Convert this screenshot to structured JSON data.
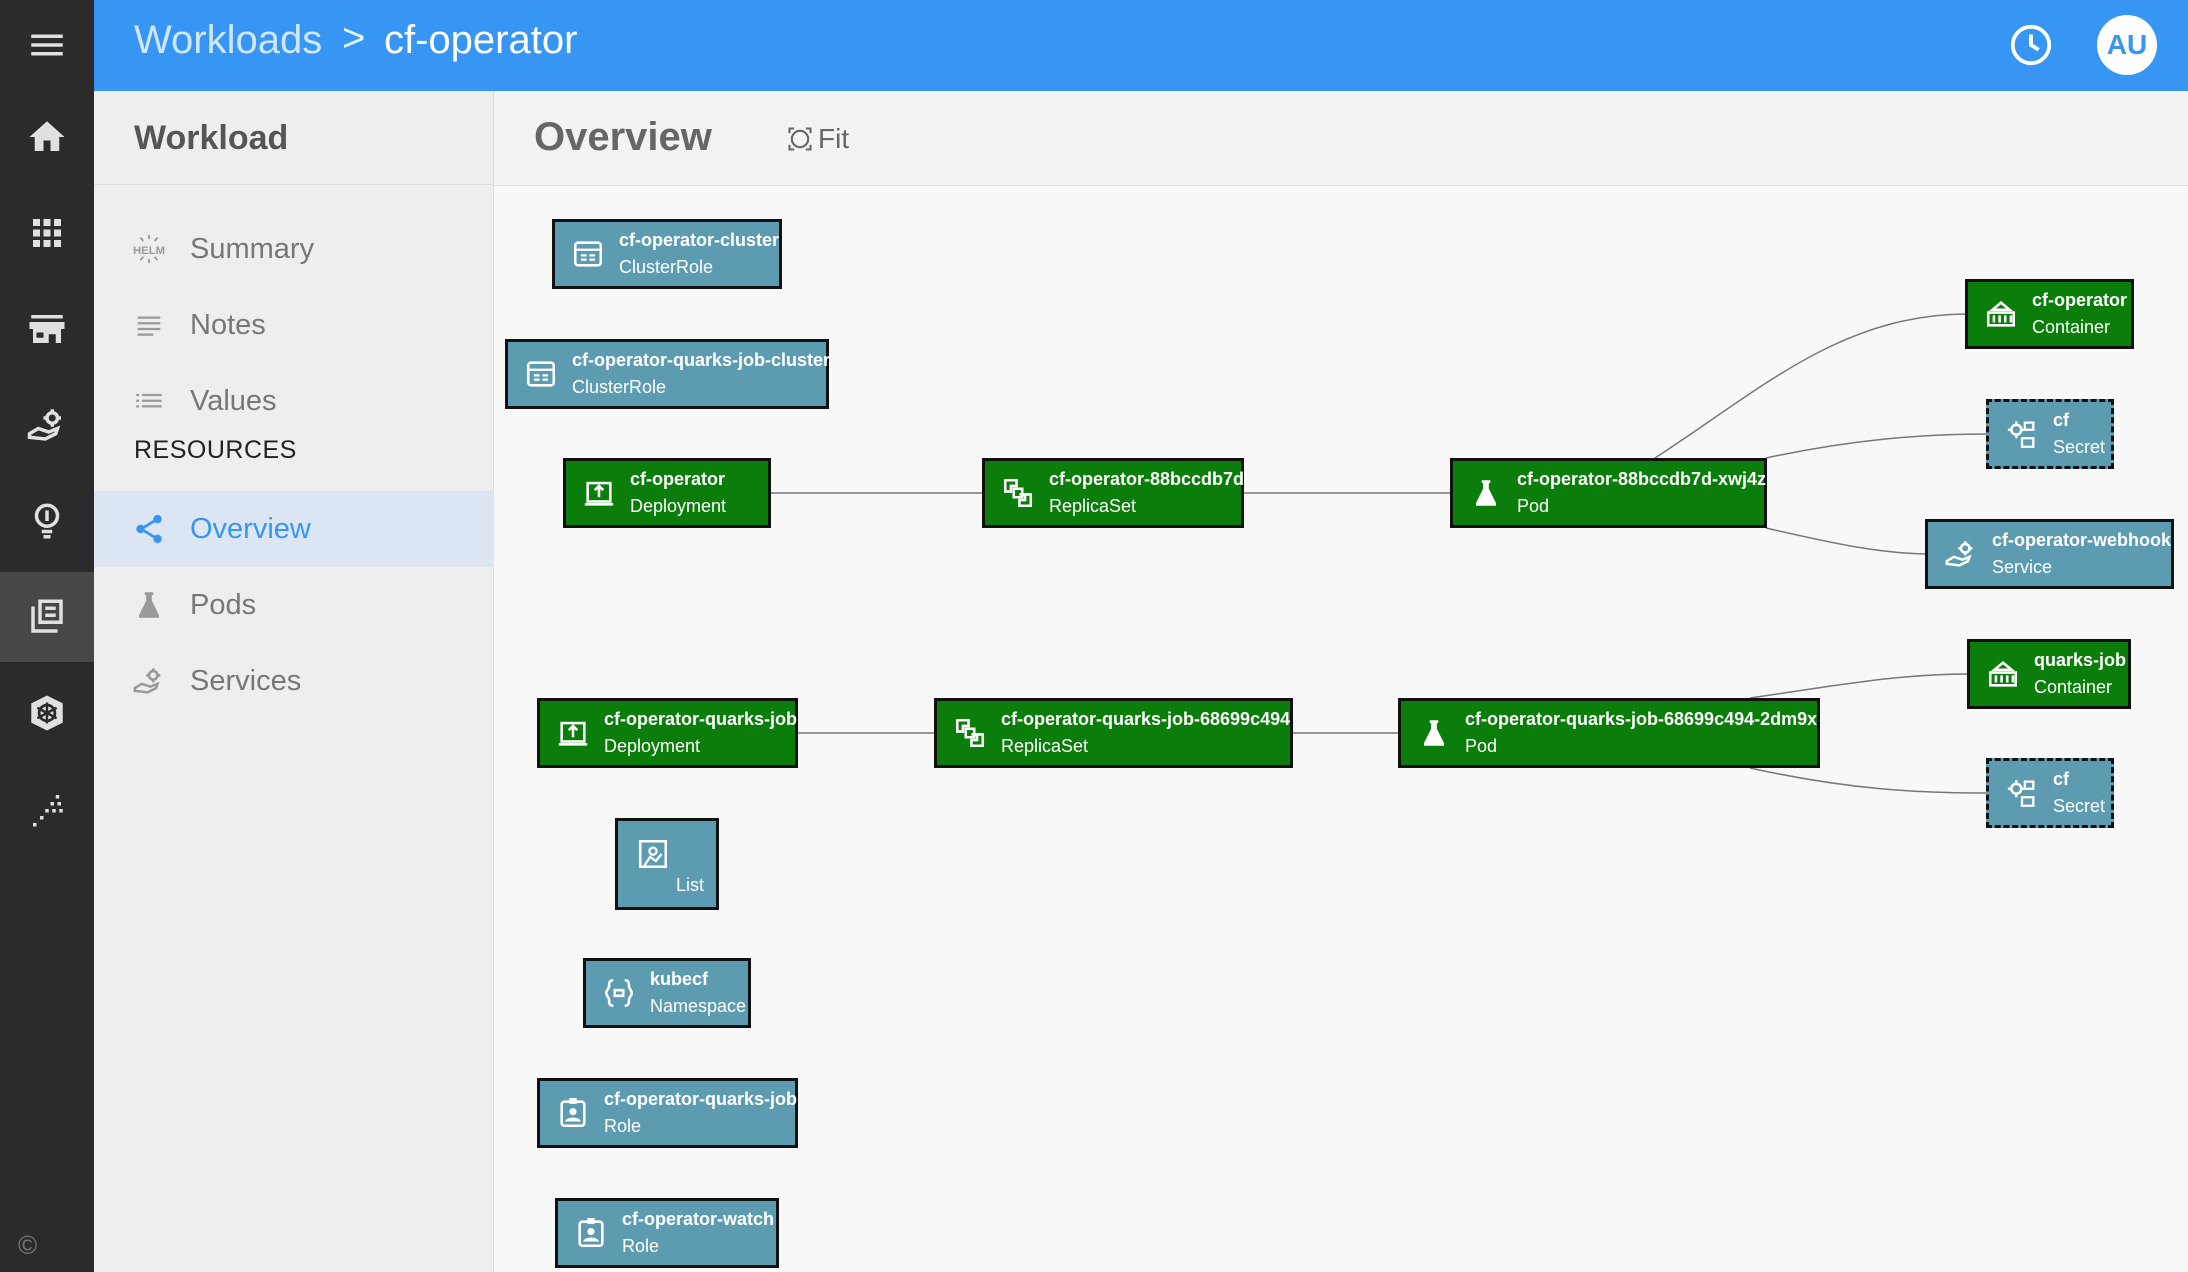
{
  "header": {
    "breadcrumb_link": "Workloads",
    "breadcrumb_separator": ">",
    "breadcrumb_current": "cf-operator",
    "avatar_initials": "AU",
    "background_color": "#3796f3"
  },
  "rail": {
    "items": [
      {
        "icon": "menu-icon"
      },
      {
        "icon": "home-icon"
      },
      {
        "icon": "apps-grid-icon"
      },
      {
        "icon": "store-icon"
      },
      {
        "icon": "service-hand-icon"
      },
      {
        "icon": "lightbulb-icon"
      },
      {
        "icon": "workloads-icon",
        "active": true
      },
      {
        "icon": "kubernetes-helm-icon"
      },
      {
        "icon": "topology-icon"
      }
    ],
    "copyright": "©"
  },
  "sidepanel": {
    "title": "Workload",
    "items": [
      {
        "label": "Summary",
        "icon": "helm-icon"
      },
      {
        "label": "Notes",
        "icon": "notes-icon"
      },
      {
        "label": "Values",
        "icon": "list-icon"
      }
    ],
    "section_label": "RESOURCES",
    "resource_items": [
      {
        "label": "Overview",
        "icon": "share-icon",
        "active": true
      },
      {
        "label": "Pods",
        "icon": "pod-icon"
      },
      {
        "label": "Services",
        "icon": "service-icon"
      }
    ]
  },
  "main": {
    "title": "Overview",
    "fit_label": "Fit"
  },
  "graph": {
    "colors": {
      "workload": "#0a7d0a",
      "resource": "#5d9cb0"
    },
    "nodes": [
      {
        "id": "n1",
        "name": "cf-operator-cluster",
        "kind": "ClusterRole",
        "icon": "clusterrole-icon"
      },
      {
        "id": "n2",
        "name": "cf-operator-quarks-job-cluster",
        "kind": "ClusterRole",
        "icon": "clusterrole-icon"
      },
      {
        "id": "n3",
        "name": "cf-operator",
        "kind": "Deployment",
        "icon": "deployment-icon"
      },
      {
        "id": "n4",
        "name": "cf-operator-88bccdb7d",
        "kind": "ReplicaSet",
        "icon": "replicaset-icon"
      },
      {
        "id": "n5",
        "name": "cf-operator-88bccdb7d-xwj4z",
        "kind": "Pod",
        "icon": "pod-icon"
      },
      {
        "id": "n6",
        "name": "cf-operator",
        "kind": "Container",
        "icon": "container-icon"
      },
      {
        "id": "n7",
        "name": "cf",
        "kind": "Secret",
        "icon": "secret-icon"
      },
      {
        "id": "n8",
        "name": "cf-operator-webhook",
        "kind": "Service",
        "icon": "service-icon"
      },
      {
        "id": "n9",
        "name": "quarks-job",
        "kind": "Container",
        "icon": "container-icon"
      },
      {
        "id": "n10",
        "name": "cf-operator-quarks-job",
        "kind": "Deployment",
        "icon": "deployment-icon"
      },
      {
        "id": "n11",
        "name": "cf-operator-quarks-job-68699c494",
        "kind": "ReplicaSet",
        "icon": "replicaset-icon"
      },
      {
        "id": "n12",
        "name": "cf-operator-quarks-job-68699c494-2dm9x",
        "kind": "Pod",
        "icon": "pod-icon"
      },
      {
        "id": "n13",
        "name": "cf",
        "kind": "Secret",
        "icon": "secret-icon"
      },
      {
        "id": "n14",
        "name": "",
        "kind": "List",
        "icon": "list-resource-icon"
      },
      {
        "id": "n15",
        "name": "kubecf",
        "kind": "Namespace",
        "icon": "namespace-icon"
      },
      {
        "id": "n16",
        "name": "cf-operator-quarks-job",
        "kind": "Role",
        "icon": "role-icon"
      },
      {
        "id": "n17",
        "name": "cf-operator-watch",
        "kind": "Role",
        "icon": "role-icon"
      }
    ]
  }
}
